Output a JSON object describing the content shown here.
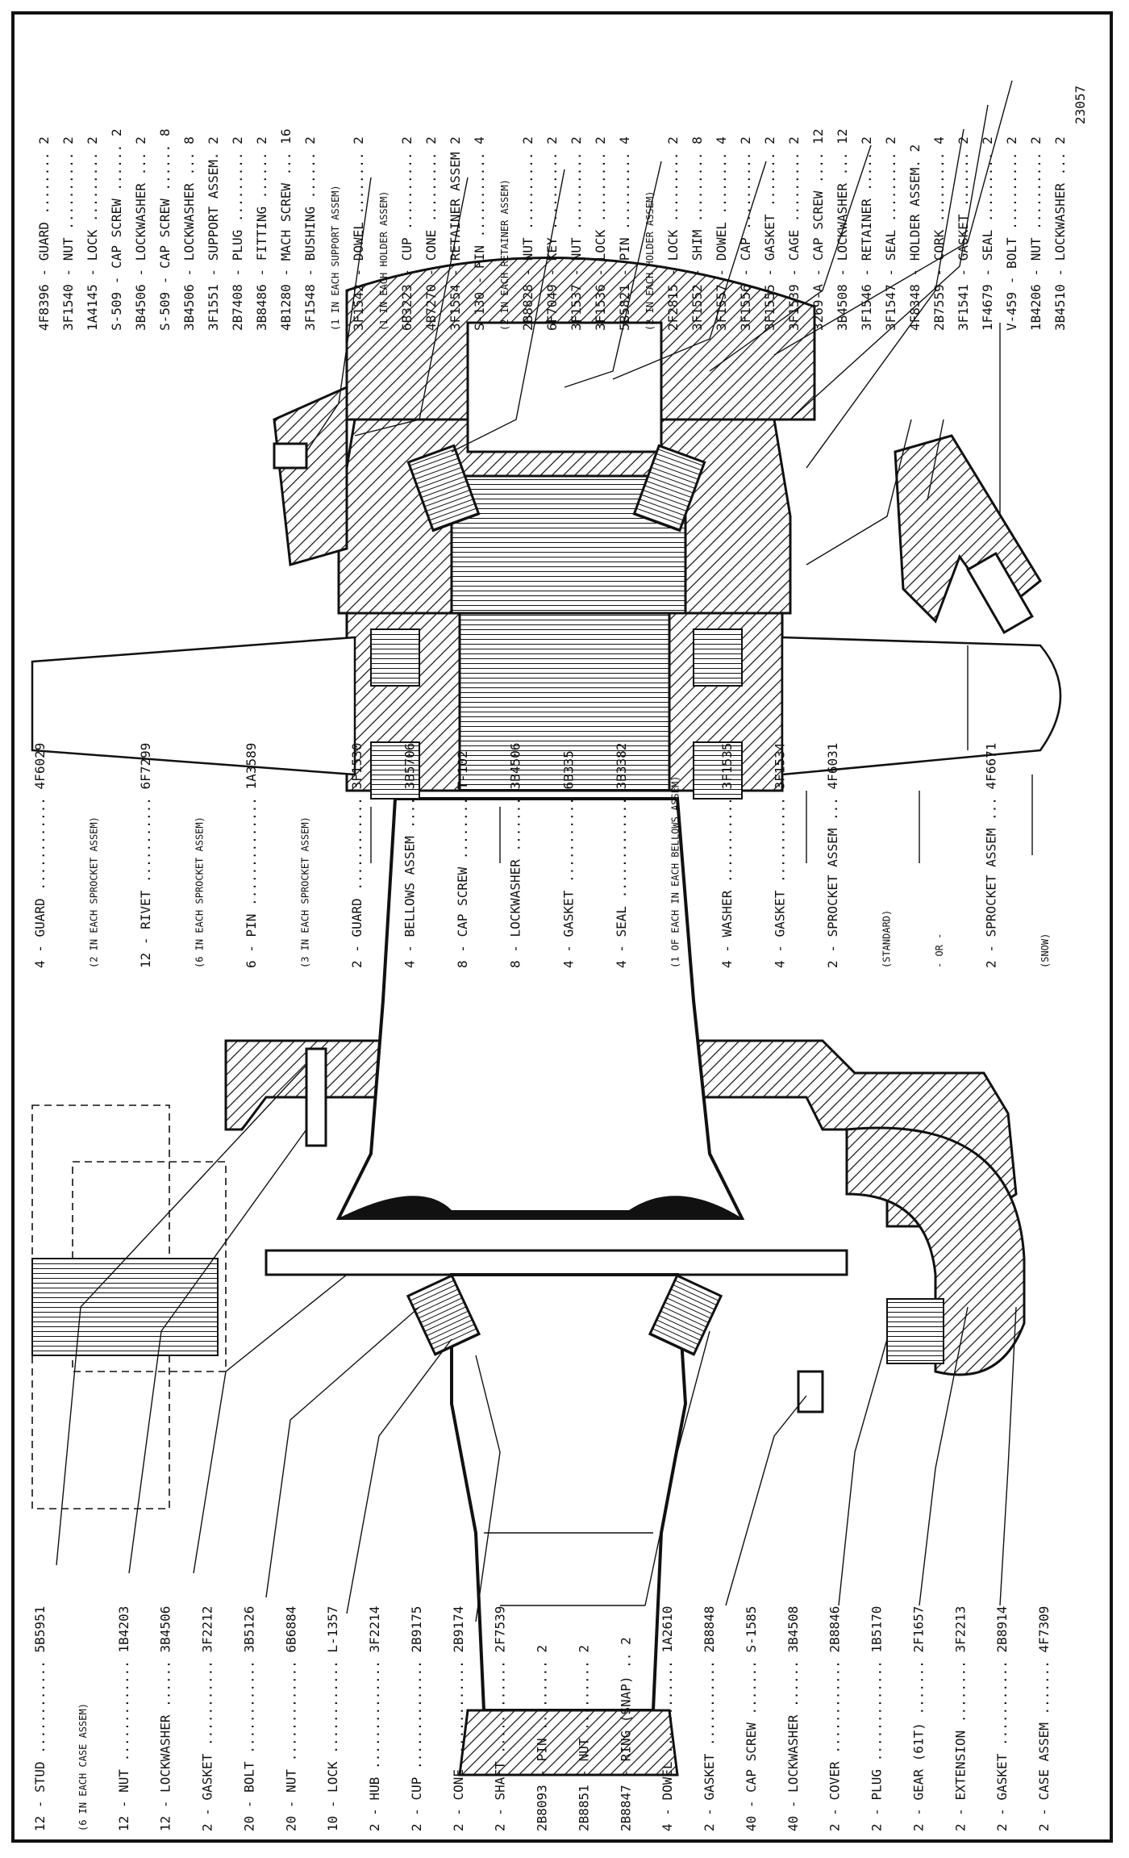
{
  "figure_number": "23057",
  "labels_top": [
    "4F8396 - GUARD ........ 2",
    "3F1540 - NUT .......... 2",
    "1A4145 - LOCK ......... 2",
    "S-509 - CAP SCREW ...... 2",
    "3B4506 - LOCKWASHER ... 2",
    "S-509 - CAP SCREW ...... 8",
    "3B4506 - LOCKWASHER ... 8",
    "3F1551 - SUPPORT ASSEM.  2",
    "2B7408 - PLUG ......... 2",
    "3B8486 - FITTING ...... 2",
    "4B1280 - MACH SCREW ... 16",
    "3F1548 - BUSHING ...... 2",
    "(1 IN EACH SUPPORT ASSEM)",
    "3F1542 - DOWEL ........ 2",
    "(1 IN EACH HOLDER ASSEM)",
    "6B3223 - CUP .......... 2",
    "4B7270 - CONE ......... 2",
    "3F1554 - RETAINER ASSEM  2",
    "S-130 - PIN ........... 4",
    "(2 IN EACH RETAINER ASSEM)",
    "2B8828 - NUT .......... 2",
    "6F7049 - KEY .......... 2",
    "3F1537 - NUT .......... 2",
    "3F1536 - LOCK ......... 2",
    "5B5821 - PIN .......... 4",
    "(2 IN EACH HOLDER ASSEM)",
    "2F2815 - LOCK ......... 2",
    "3F1552 - SHIM ......... 8",
    "3F1557 - DOWEL ........ 4",
    "3F1556 - CAP .......... 2",
    "3F1555 - GASKET ....... 2",
    "3F1539 - CAGE ......... 2",
    "3269-A - CAP SCREW .... 12",
    "3B4508 - LOCKWASHER ... 12",
    "3F1546 - RETAINER ..... 2",
    "3F1547 - SEAL ......... 2",
    "4F8348 - HOLDER ASSEM.  2",
    "2B7559 - CORK ......... 4",
    "3F1541 - GASKET ....... 2",
    "1F4679 - SEAL ......... 2",
    "V-459 - BOLT .......... 2",
    "1B4206 - NUT .......... 2",
    "3B4510 - LOCKWASHER ... 2"
  ],
  "labels_middle": [
    "4 - GUARD ............ 4F6029",
    "(2 IN EACH SPROCKET ASSEM)",
    "12 - RIVET ........... 6F7299",
    "(6 IN EACH SPROCKET ASSEM)",
    "6 - PIN .............. 1A3589",
    "(3 IN EACH SPROCKET ASSEM)",
    "2 - GUARD ............ 3F1530",
    "4 - BELLOWS ASSEM .... 3B5706",
    "8 - CAP SCREW ........ T-102",
    "8 - LOCKWASHER ....... 3B4506",
    "4 - GASKET ........... 6B335",
    "4 - SEAL ............. 3B3382",
    "(1 OF EACH IN EACH BELLOWS ASSEM)",
    "4 - WASHER ........... 3F1535",
    "4 - GASKET ........... 3F1534",
    "2 - SPROCKET ASSEM ... 4F6031",
    "(STANDARD)",
    "- OR -",
    "2 - SPROCKET ASSEM ... 4F6671",
    "(SNOW)"
  ],
  "labels_bottom": [
    "12 - STUD ............ 5B5951",
    "(6 IN EACH CASE ASSEM)",
    "12 - NUT ............. 1B4203",
    "12 - LOCKWASHER ...... 3B4506",
    "2 - GASKET ........... 3F2212",
    "20 - BOLT ............ 3B5126",
    "20 - NUT ............. 6B6884",
    "10 - LOCK ............ L-1357",
    "2 - HUB .............. 3F2214",
    "2 - CUP .............. 2B9175",
    "2 - CONE ............. 2B9174",
    "2 - SHAFT ............ 2F7539",
    "2B8093 - PIN ......... 2",
    "2B8851 - NUT ......... 2",
    "2B8847 - RING (SNAP) .. 2",
    "4 - DOWEL ............ 1A2610",
    "2 - GASKET ........... 2B8848",
    "40 - CAP SCREW ....... S-1585",
    "40 - LOCKWASHER ...... 3B4508",
    "2 - COVER ............ 2B8846",
    "2 - PLUG ............. 1B5170",
    "2 - GEAR (61T) ....... 2F1657",
    "2 - EXTENSION ........ 3F2213",
    "2 - GASKET ........... 2B8914",
    "2 - CASE ASSEM ....... 4F7309"
  ]
}
